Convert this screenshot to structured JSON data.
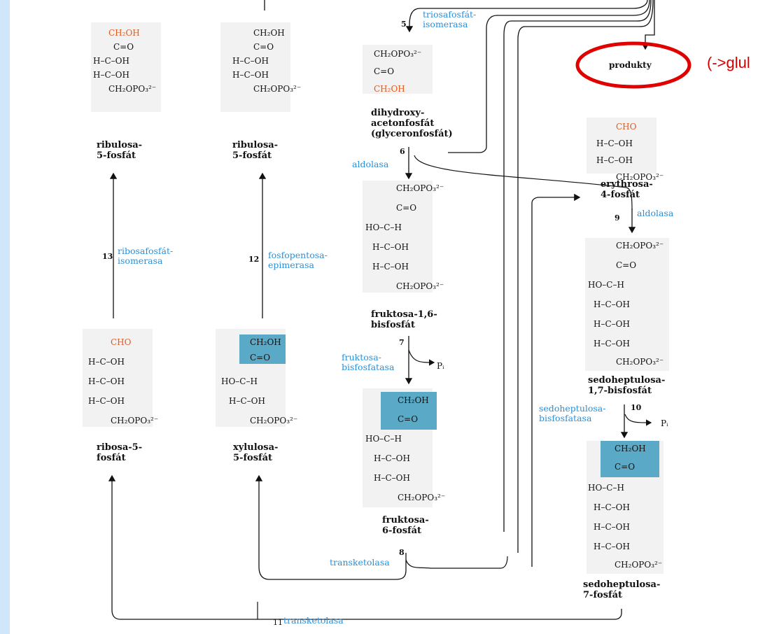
{
  "diagram": {
    "products": {
      "label": "produkty",
      "note": "(->glul"
    },
    "compounds": {
      "ribulose_top_1": {
        "name": "ribulosa-\n5-fosfát",
        "lines": [
          "CH₂OH",
          "C=O",
          "H–C–OH",
          "H–C–OH",
          "CH₂OPO₃²⁻"
        ]
      },
      "ribulose_top_2": {
        "name": "ribulosa-\n5-fosfát",
        "lines": [
          "CH₂OH",
          "C=O",
          "H–C–OH",
          "H–C–OH",
          "CH₂OPO₃²⁻"
        ]
      },
      "dhap": {
        "name": "dihydroxy-\nacetonfosfát\n(glyceronfosfát)",
        "lines": [
          "CH₂OPO₃²⁻",
          "C=O",
          "CH₂OH"
        ]
      },
      "erythrose": {
        "name": "erythrosa-\n4-fosfát",
        "lines": [
          "CHO",
          "H–C–OH",
          "H–C–OH",
          "CH₂OPO₃²⁻"
        ]
      },
      "f16bp": {
        "name": "fruktosa-1,6-\nbisfosfát",
        "lines": [
          "CH₂OPO₃²⁻",
          "C=O",
          "HO–C–H",
          "H–C–OH",
          "H–C–OH",
          "CH₂OPO₃²⁻"
        ]
      },
      "s17bp": {
        "name": "sedoheptulosa-\n1,7-bisfosfát",
        "lines": [
          "CH₂OPO₃²⁻",
          "C=O",
          "HO–C–H",
          "H–C–OH",
          "H–C–OH",
          "H–C–OH",
          "CH₂OPO₃²⁻"
        ]
      },
      "ribose5p": {
        "name": "ribosa-5-\nfosfát",
        "lines": [
          "CHO",
          "H–C–OH",
          "H–C–OH",
          "H–C–OH",
          "CH₂OPO₃²⁻"
        ]
      },
      "xylulose5p": {
        "name": "xylulosa-\n5-fosfát",
        "lines": [
          "CH₂OH",
          "C=O",
          "HO–C–H",
          "H–C–OH",
          "CH₂OPO₃²⁻"
        ]
      },
      "f6p": {
        "name": "fruktosa-\n6-fosfát",
        "lines": [
          "CH₂OH",
          "C=O",
          "HO–C–H",
          "H–C–OH",
          "H–C–OH",
          "CH₂OPO₃²⁻"
        ]
      },
      "s7p": {
        "name": "sedoheptulosa-\n7-fosfát",
        "lines": [
          "CH₂OH",
          "C=O",
          "HO–C–H",
          "H–C–OH",
          "H–C–OH",
          "H–C–OH",
          "CH₂OPO₃²⁻"
        ]
      }
    },
    "enzymes": {
      "e5": {
        "step": "5",
        "name": "triosafosfát-\nisomerasa"
      },
      "e6": {
        "step": "6",
        "name": "aldolasa"
      },
      "e7": {
        "step": "7",
        "name": "fruktosa-\nbisfosfatasa"
      },
      "e8": {
        "step": "8",
        "name": "transketolasa"
      },
      "e9": {
        "step": "9",
        "name": "aldolasa"
      },
      "e10": {
        "step": "10",
        "name": "sedoheptulosa-\nbisfosfatasa"
      },
      "e11": {
        "step": "11",
        "name": "transketolasa"
      },
      "e12": {
        "step": "12",
        "name": "fosfopentosa-\nepimerasa"
      },
      "e13": {
        "step": "13",
        "name": "ribosafosfát-\nisomerasa"
      }
    },
    "pi": "Pᵢ"
  }
}
